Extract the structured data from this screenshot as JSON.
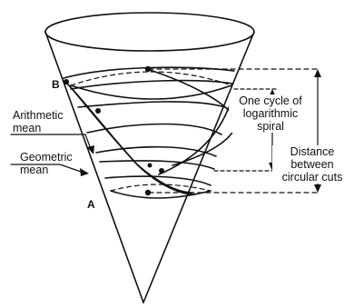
{
  "labels": {
    "point_b": "B",
    "point_a": "A",
    "arithmetic_line1": "Arithmetic",
    "arithmetic_line2": "mean",
    "geometric_line1": "Geometric",
    "geometric_line2": "mean",
    "cycle_line1": "One cycle of",
    "cycle_line2": "logarithmic",
    "cycle_line3": "spiral",
    "distance_line1": "Distance",
    "distance_line2": "between",
    "distance_line3": "circular cuts"
  }
}
